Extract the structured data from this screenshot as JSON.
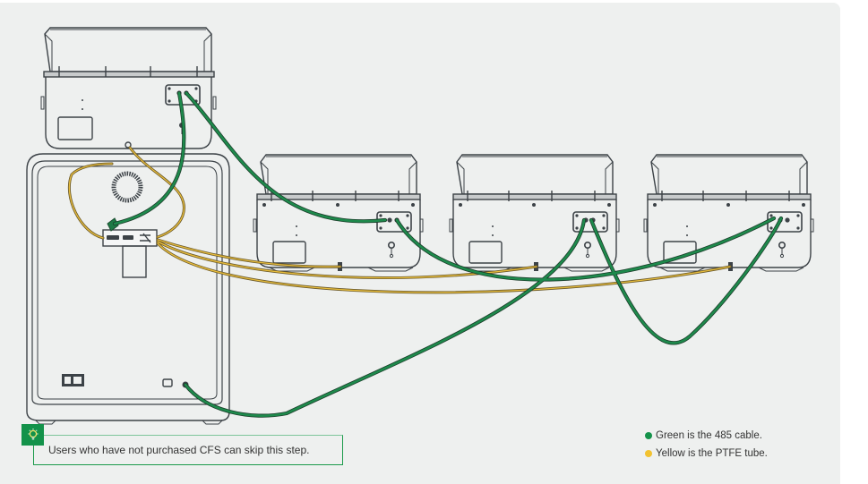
{
  "tip": {
    "icon": "lightbulb-icon",
    "text": "Users who have not purchased CFS can skip this step."
  },
  "legend": {
    "items": [
      {
        "label": "Green is the 485 cable.",
        "color": "#14924a"
      },
      {
        "label": "Yellow is the PTFE tube.",
        "color": "#f2c230"
      }
    ]
  },
  "colors": {
    "card_bg": "#eef0ef",
    "line": "#3c4247",
    "cable_green": "#1e7a45",
    "tube_yellow": "#e1b53a",
    "accent": "#13924a"
  },
  "diagram": {
    "printer": "printer-with-cfs-on-top",
    "cfs_units": [
      "cfs-unit-1",
      "cfs-unit-2",
      "cfs-unit-3"
    ],
    "hub": "filament-buffer-hub"
  }
}
